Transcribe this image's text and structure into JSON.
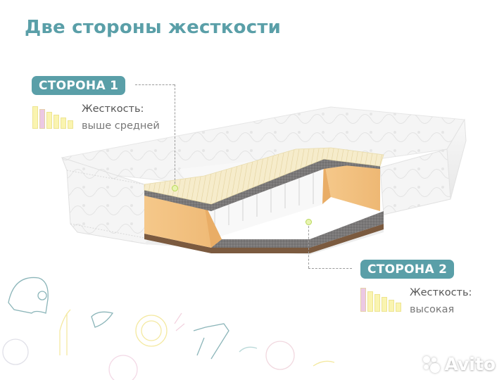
{
  "title": "Две стороны жесткости",
  "sides": [
    {
      "badge": "СТОРОНА 1",
      "hardness_label": "Жесткость:",
      "hardness_value": "выше средней",
      "hardness_level_index": 1,
      "bars": [
        {
          "height": 32,
          "color": "#faf4b0"
        },
        {
          "height": 28,
          "color": "#ecc8e4"
        },
        {
          "height": 24,
          "color": "#faf4b0"
        },
        {
          "height": 20,
          "color": "#faf4b0"
        },
        {
          "height": 16,
          "color": "#faf4b0"
        },
        {
          "height": 12,
          "color": "#faf4b0"
        }
      ]
    },
    {
      "badge": "СТОРОНА 2",
      "hardness_label": "Жесткость:",
      "hardness_value": "высокая",
      "hardness_level_index": 0,
      "bars": [
        {
          "height": 34,
          "color": "#ecc8e4"
        },
        {
          "height": 29,
          "color": "#faf4b0"
        },
        {
          "height": 25,
          "color": "#faf4b0"
        },
        {
          "height": 21,
          "color": "#faf4b0"
        },
        {
          "height": 17,
          "color": "#faf4b0"
        },
        {
          "height": 13,
          "color": "#faf4b0"
        }
      ]
    }
  ],
  "colors": {
    "accent": "#5a9fa8",
    "bar_yellow": "#faf4b0",
    "bar_pink": "#ecc8e4",
    "foam_orange": "#f3c383",
    "latex_cream": "#f6eccb",
    "felt_gray": "#7d7b7b",
    "coir_brown": "#7b5a3f",
    "cover_white": "#f4f4f4"
  },
  "watermark": "Avito"
}
